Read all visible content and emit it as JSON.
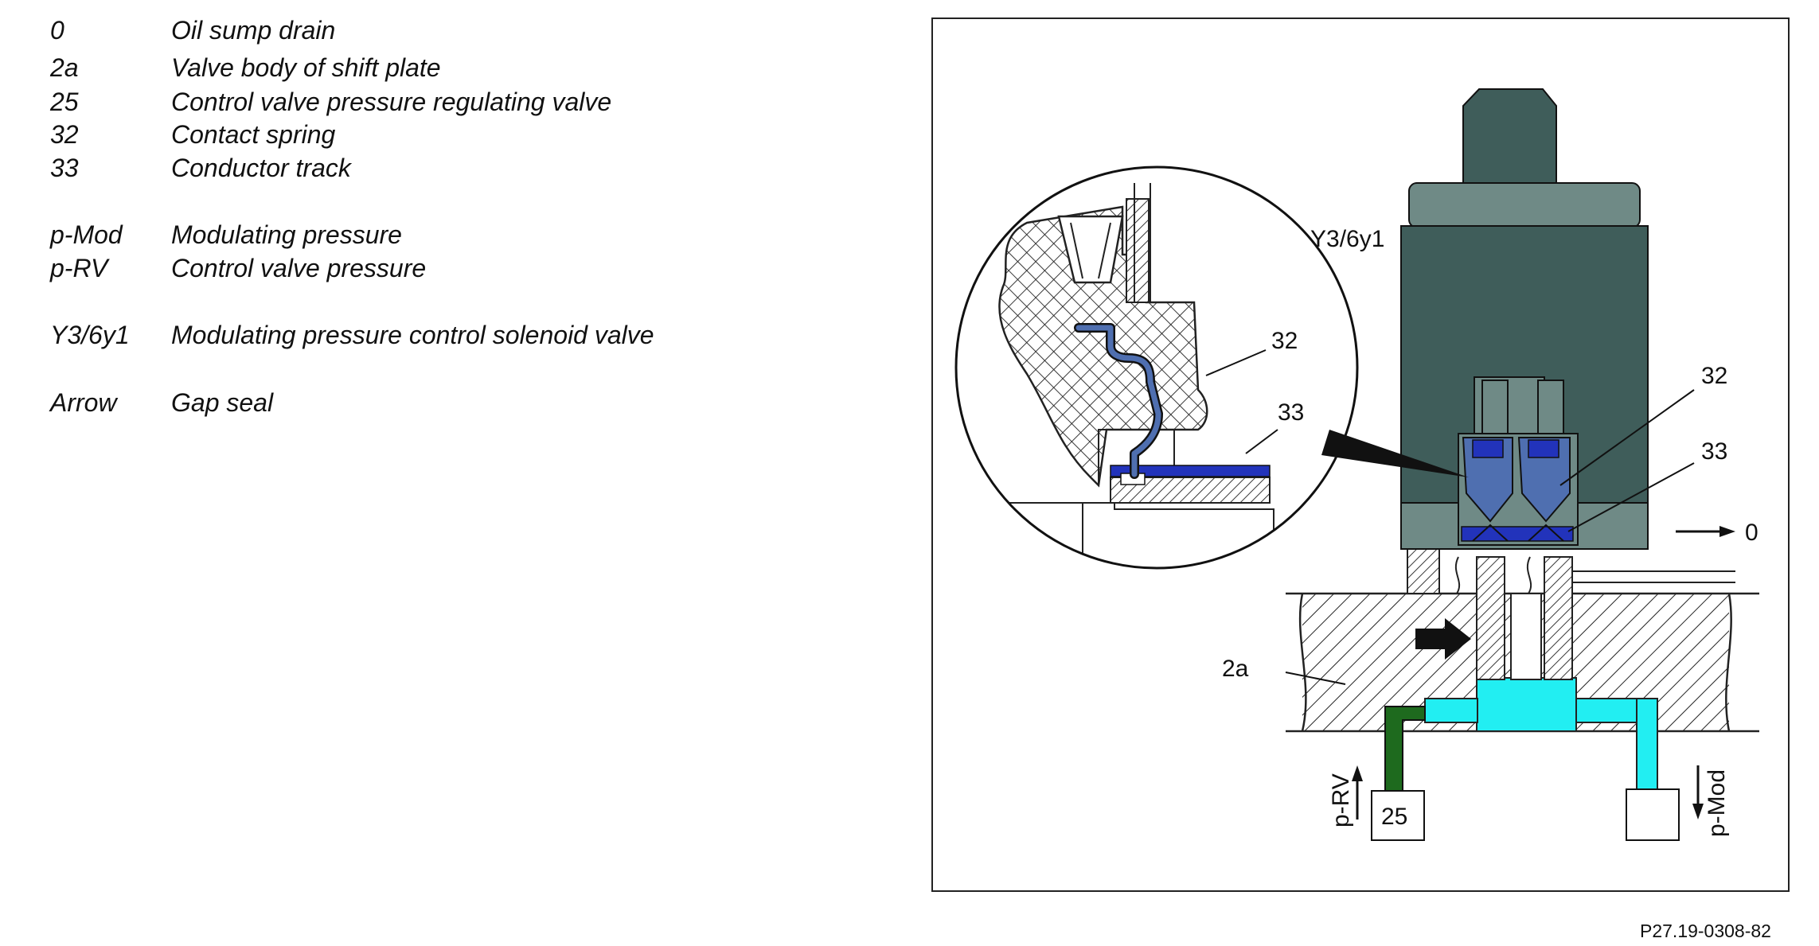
{
  "legend": [
    {
      "key": "0",
      "desc": "Oil sump drain"
    },
    {
      "key": "2a",
      "desc": "Valve body of shift plate"
    },
    {
      "key": "25",
      "desc": "Control valve pressure regulating valve"
    },
    {
      "key": "32",
      "desc": "Contact spring"
    },
    {
      "key": "33",
      "desc": "Conductor track"
    },
    {
      "key": "p-Mod",
      "desc": "Modulating pressure"
    },
    {
      "key": "p-RV",
      "desc": "Control valve pressure"
    },
    {
      "key": "Y3/6y1",
      "desc": "Modulating pressure control solenoid valve"
    },
    {
      "key": "Arrow",
      "desc": "Gap seal"
    }
  ],
  "diagram": {
    "label_solenoid": "Y3/6y1",
    "label_32_detail": "32",
    "label_33_detail": "33",
    "label_32": "32",
    "label_33": "33",
    "label_0": "0",
    "label_2a": "2a",
    "label_25": "25",
    "label_p_rv": "p-RV",
    "label_p_mod": "p-Mod"
  },
  "reference": "P27.19-0308-82",
  "colors": {
    "solenoid_body": "#3f5d5a",
    "solenoid_cap": "#6f8a86",
    "contact_blue": "#4f6fb0",
    "track_blue": "#2233bb",
    "modulating_cyan": "#22eef2",
    "control_green": "#1e6a1e"
  }
}
